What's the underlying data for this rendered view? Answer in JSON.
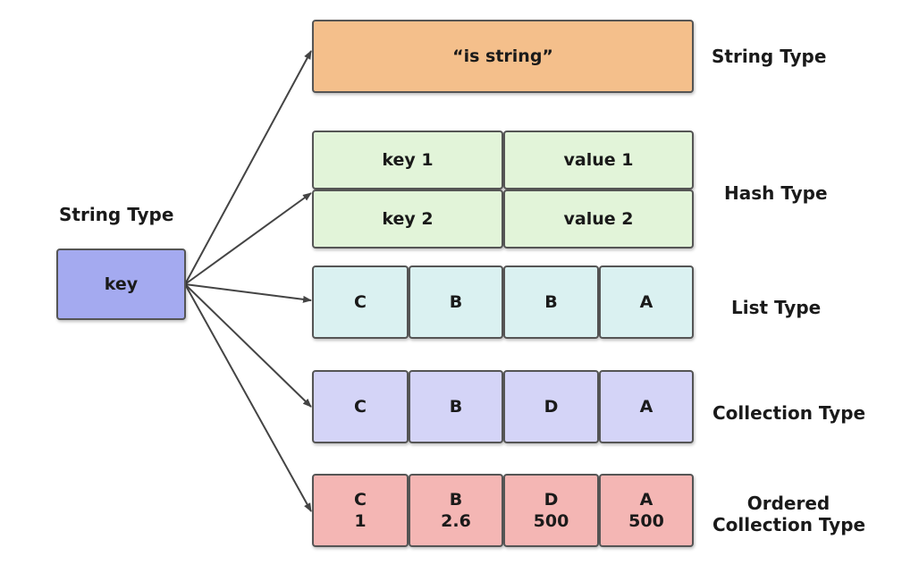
{
  "key_label": "String Type",
  "key_box": "key",
  "types": {
    "string": {
      "label": "String Type",
      "value": "“is string”"
    },
    "hash": {
      "label": "Hash Type",
      "rows": [
        [
          "key 1",
          "value 1"
        ],
        [
          "key 2",
          "value 2"
        ]
      ]
    },
    "list": {
      "label": "List Type",
      "items": [
        "C",
        "B",
        "B",
        "A"
      ]
    },
    "collection": {
      "label": "Collection Type",
      "items": [
        "C",
        "B",
        "D",
        "A"
      ]
    },
    "ordered": {
      "label_line1": "Ordered",
      "label_line2": "Collection Type",
      "items": [
        [
          "C",
          "1"
        ],
        [
          "B",
          "2.6"
        ],
        [
          "D",
          "500"
        ],
        [
          "A",
          "500"
        ]
      ]
    }
  }
}
